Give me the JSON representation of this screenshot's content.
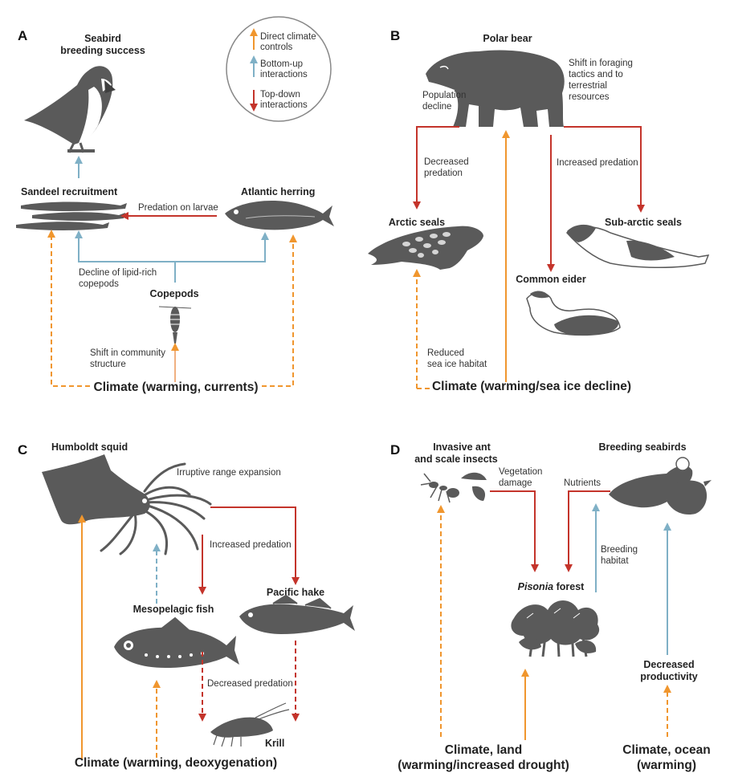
{
  "legend": {
    "direct": "Direct climate",
    "direct2": "controls",
    "bottom": "Bottom-up",
    "bottom2": "interactions",
    "top": "Top-down",
    "top2": "interactions"
  },
  "colors": {
    "orange": "#f0962e",
    "blue": "#7fb0c6",
    "red": "#c4342b",
    "silhouette": "#5a5a5a"
  },
  "panelA": {
    "letter": "A",
    "seabird1": "Seabird",
    "seabird2": "breeding success",
    "sandeel": "Sandeel recruitment",
    "herring": "Atlantic herring",
    "predation_larvae": "Predation on larvae",
    "decline1": "Decline of lipid-rich",
    "decline2": "copepods",
    "copepods": "Copepods",
    "shift1": "Shift in community",
    "shift2": "structure",
    "climate": "Climate (warming, currents)"
  },
  "panelB": {
    "letter": "B",
    "polar_bear": "Polar bear",
    "shift1": "Shift in foraging",
    "shift2": "tactics and to",
    "shift3": "terrestrial",
    "shift4": "resources",
    "pop1": "Population",
    "pop2": "decline",
    "decreased1": "Decreased",
    "decreased2": "predation",
    "increased": "Increased predation",
    "arctic_seals": "Arctic seals",
    "subarctic_seals": "Sub-arctic seals",
    "common_eider": "Common eider",
    "reduced1": "Reduced",
    "reduced2": "sea ice habitat",
    "climate": "Climate (warming/sea ice decline)"
  },
  "panelC": {
    "letter": "C",
    "squid": "Humboldt squid",
    "irruptive": "Irruptive range expansion",
    "increased": "Increased predation",
    "hake": "Pacific hake",
    "meso": "Mesopelagic fish",
    "decreased": "Decreased predation",
    "krill": "Krill",
    "climate": "Climate (warming, deoxygenation)"
  },
  "panelD": {
    "letter": "D",
    "ant1": "Invasive ant",
    "ant2": "and scale insects",
    "veg1": "Vegetation",
    "veg2": "damage",
    "nutrients": "Nutrients",
    "seabirds": "Breeding seabirds",
    "breeding1": "Breeding",
    "breeding2": "habitat",
    "pisonia_italic": "Pisonia",
    "pisonia_rest": " forest",
    "decprod1": "Decreased",
    "decprod2": "productivity",
    "land1": "Climate, land",
    "land2": "(warming/increased drought)",
    "ocean1": "Climate, ocean",
    "ocean2": "(warming)"
  }
}
